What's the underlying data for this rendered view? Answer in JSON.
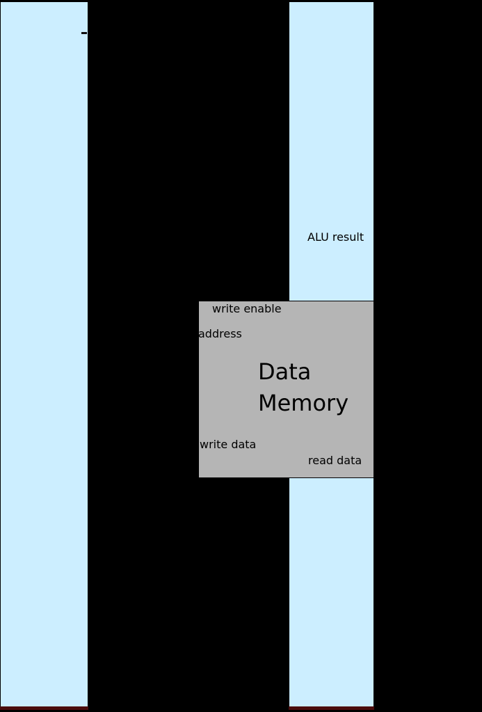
{
  "diagram": {
    "background_color": "#000000",
    "register_fill_color": "#cceeff",
    "memory_fill_color": "#b5b5b5",
    "labels": {
      "alu_result": "ALU result"
    },
    "memory": {
      "title_line1": "Data",
      "title_line2": "Memory",
      "write_enable_label": "write enable",
      "address_label": "address",
      "write_data_label": "write data",
      "read_data_label": "read data"
    }
  }
}
